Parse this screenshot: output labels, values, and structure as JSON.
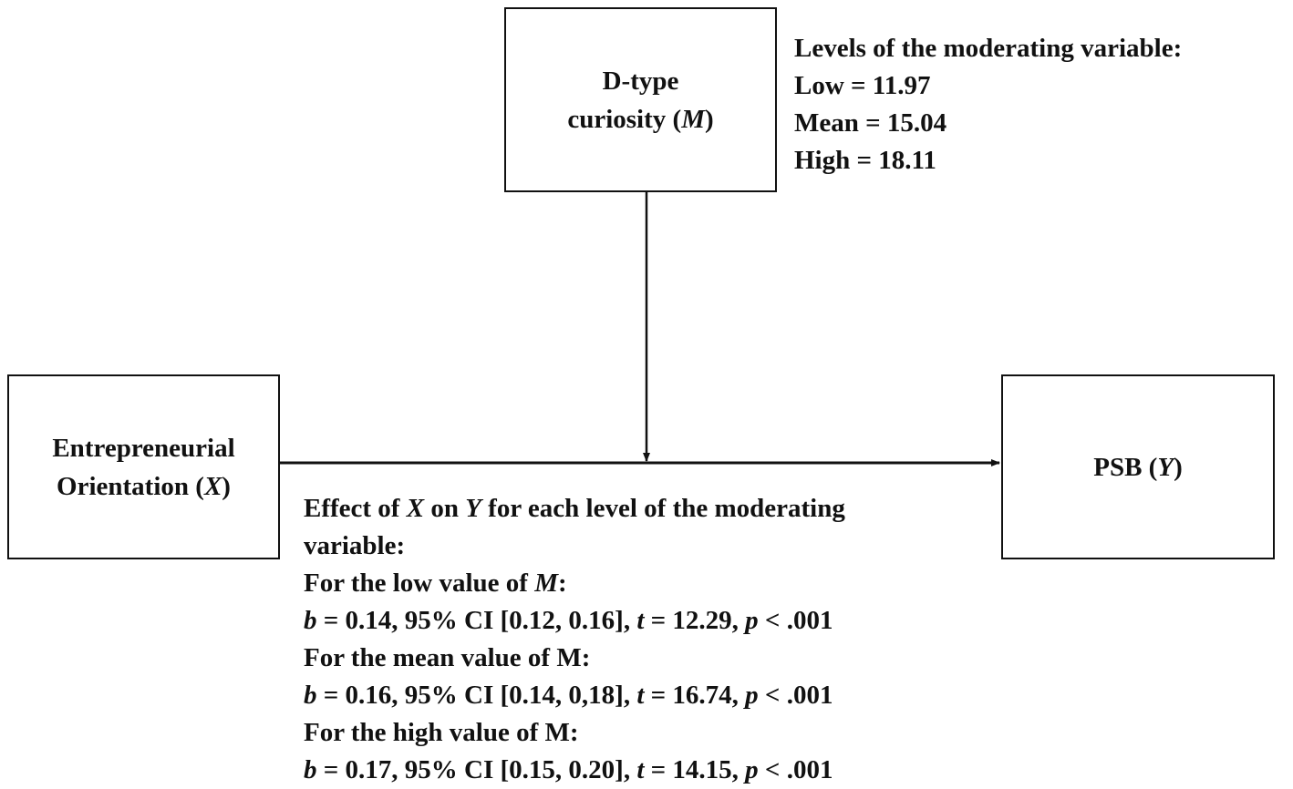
{
  "nodes": {
    "moderator": {
      "line1": "D-type",
      "line2_text": "curiosity (",
      "line2_var": "M",
      "line2_end": ")"
    },
    "predictor": {
      "line1": "Entrepreneurial",
      "line2_text": "Orientation (",
      "line2_var": "X",
      "line2_end": ")"
    },
    "outcome": {
      "text": "PSB (",
      "var": "Y",
      "end": ")"
    }
  },
  "levels": {
    "heading": "Levels of the moderating variable:",
    "low": "Low = 11.97",
    "mean": "Mean = 15.04",
    "high": "High = 18.11"
  },
  "effects": {
    "heading_a": "Effect of ",
    "heading_x": "X",
    "heading_b": " on ",
    "heading_y": "Y",
    "heading_c": " for each level of the moderating",
    "heading_line2": "variable:",
    "low_label_text": "For the low value of ",
    "low_label_var": "M",
    "low_label_end": ":",
    "low_b": "b",
    "low_stats1": " = 0.14, 95% CI [0.12, 0.16], ",
    "low_t": "t",
    "low_stats2": " = 12.29, ",
    "low_p": "p",
    "low_stats3": " < .001",
    "mean_label": "For the mean value of M:",
    "mean_b": "b",
    "mean_stats1": " = 0.16, 95% CI [0.14, 0,18], ",
    "mean_t": "t",
    "mean_stats2": " = 16.74, ",
    "mean_p": "p",
    "mean_stats3": " < .001",
    "high_label": "For the high value of M:",
    "high_b": "b",
    "high_stats1": " = 0.17, 95% CI [0.15, 0.20], ",
    "high_t": "t",
    "high_stats2": " = 14.15, ",
    "high_p": "p",
    "high_stats3": " < .001"
  },
  "colors": {
    "stroke": "#111111",
    "background": "#ffffff"
  }
}
